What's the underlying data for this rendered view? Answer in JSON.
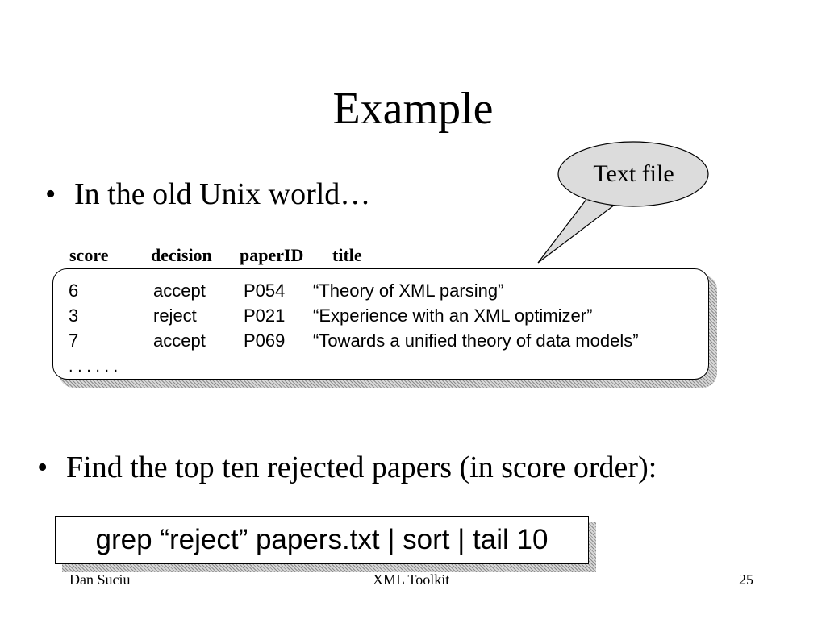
{
  "slide": {
    "title": "Example",
    "bullets": [
      "In the old Unix world…",
      "Find the top ten rejected papers (in score order):"
    ],
    "callout": "Text file",
    "table": {
      "headers": [
        "score",
        "decision",
        "paperID",
        "title"
      ],
      "rows": [
        [
          "6",
          "accept",
          "P054",
          "“Theory of XML parsing”"
        ],
        [
          "3",
          "reject",
          "P021",
          "“Experience with an XML optimizer”"
        ],
        [
          "7",
          "accept",
          "P069",
          "“Towards a unified theory of data models”"
        ]
      ],
      "ellipsis": ". . . . . ."
    },
    "command": "grep “reject” papers.txt | sort | tail 10"
  },
  "footer": {
    "author": "Dan Suciu",
    "course": "XML Toolkit",
    "page": "25"
  }
}
